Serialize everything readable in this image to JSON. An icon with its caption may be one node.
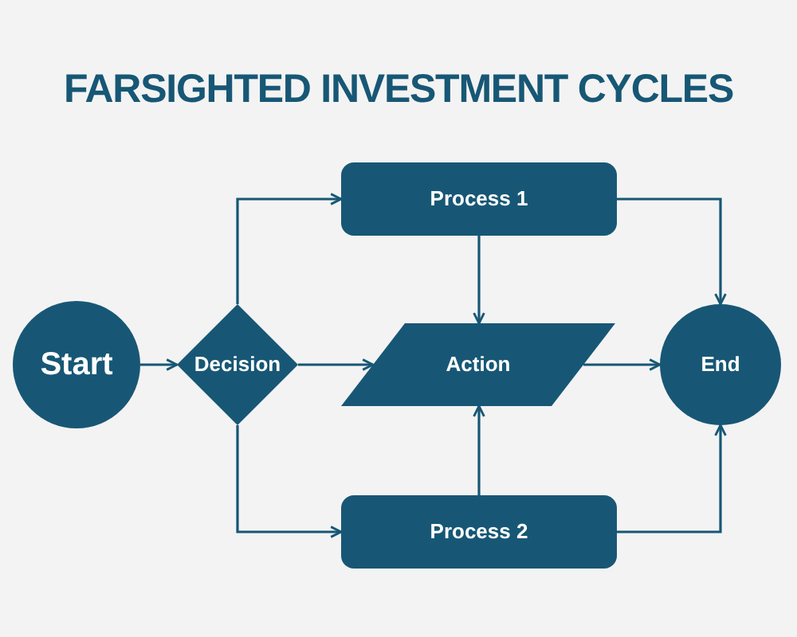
{
  "diagram": {
    "title": "FARSIGHTED INVESTMENT CYCLES",
    "nodes": [
      {
        "text": [
          "Start"
        ]
      },
      {
        "text": [
          "Decision"
        ]
      },
      {
        "text": [
          "Process 1"
        ]
      },
      {
        "text": [
          "Action"
        ]
      },
      {
        "text": [
          "Process 2"
        ]
      },
      {
        "text": [
          "End"
        ]
      }
    ],
    "edges": [
      {
        "from": 0,
        "to": 1,
        "arrow": "to"
      },
      {
        "from": 1,
        "to": 2,
        "arrow": "to"
      },
      {
        "from": 1,
        "to": 3,
        "arrow": "to"
      },
      {
        "from": 1,
        "to": 4,
        "arrow": "to"
      },
      {
        "from": 2,
        "to": 3,
        "arrow": "to"
      },
      {
        "from": 4,
        "to": 3,
        "arrow": "to"
      },
      {
        "from": 2,
        "to": 5,
        "arrow": "to"
      },
      {
        "from": 3,
        "to": 5,
        "arrow": "to"
      },
      {
        "from": 4,
        "to": 5,
        "arrow": "to"
      }
    ]
  }
}
